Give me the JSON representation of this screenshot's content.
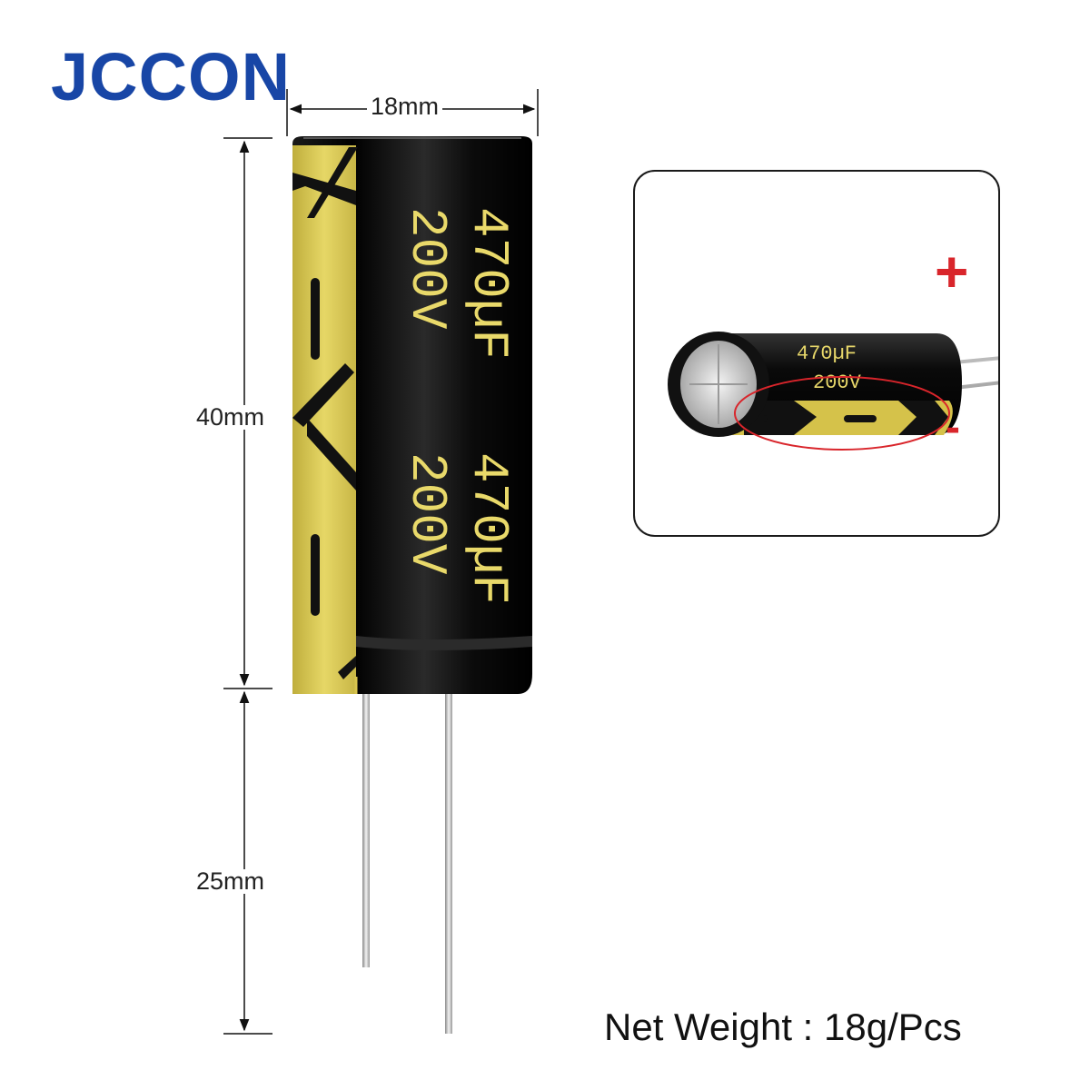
{
  "brand": {
    "name": "JCCON",
    "color": "#1846a6"
  },
  "dimensions": {
    "diameter": "18mm",
    "body_height": "40mm",
    "lead_length": "25mm"
  },
  "capacitor": {
    "capacitance": "470µF",
    "voltage": "200V",
    "sleeve_color": "#111111",
    "stripe_color": "#d8c44e"
  },
  "polarity": {
    "positive_mark": "+",
    "negative_mark": "-",
    "mark_color": "#d9252b"
  },
  "net_weight": "Net Weight : 18g/Pcs"
}
